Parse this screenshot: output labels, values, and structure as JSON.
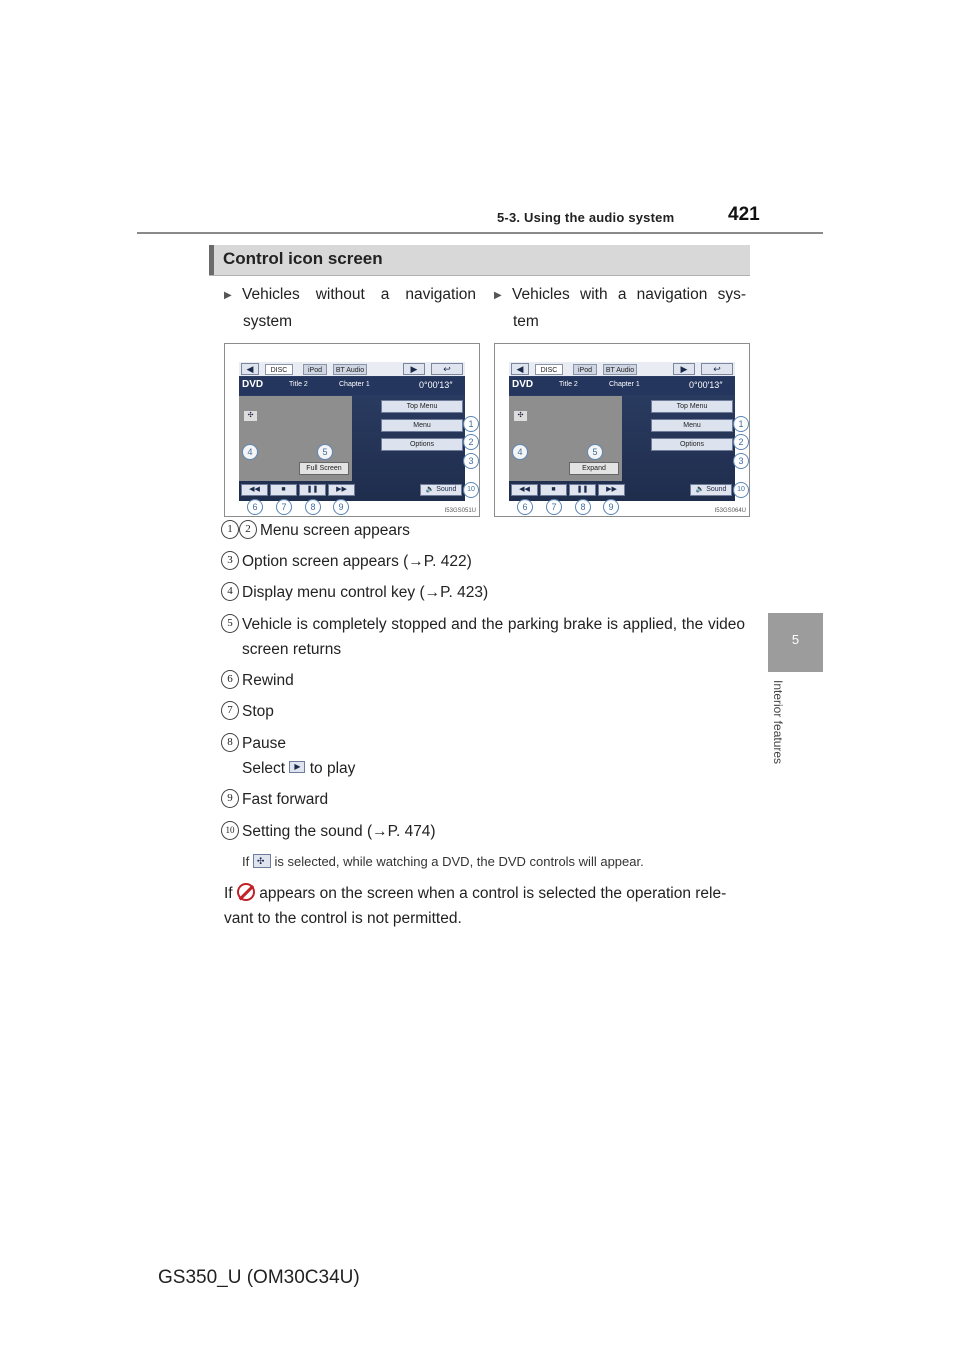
{
  "header": {
    "section": "5-3. Using the audio system",
    "page_number": "421"
  },
  "side_tab": {
    "chapter_number": "5",
    "chapter_title": "Interior features"
  },
  "section_title": "Control icon screen",
  "vehicle_labels": {
    "without_nav": "Vehicles without a navigation system",
    "with_nav": "Vehicles with a navigation system"
  },
  "screens": [
    {
      "tabs": [
        "DISC",
        "iPod",
        "BT Audio"
      ],
      "source": "DVD",
      "title_label": "Title 2",
      "chapter_label": "Chapter 1",
      "time": "0°00′13″",
      "menu_buttons": [
        "Top Menu",
        "Menu",
        "Options"
      ],
      "expand_button": "Full Screen",
      "sound_button": "Sound",
      "image_code": "I53GS051U",
      "callouts": [
        "1",
        "2",
        "3",
        "4",
        "5",
        "6",
        "7",
        "8",
        "9",
        "10"
      ]
    },
    {
      "tabs": [
        "DISC",
        "iPod",
        "BT Audio"
      ],
      "source": "DVD",
      "title_label": "Title 2",
      "chapter_label": "Chapter 1",
      "time": "0°00′13″",
      "menu_buttons": [
        "Top Menu",
        "Menu",
        "Options"
      ],
      "expand_button": "Expand",
      "sound_button": "Sound",
      "image_code": "I53GS064U",
      "callouts": [
        "1",
        "2",
        "3",
        "4",
        "5",
        "6",
        "7",
        "8",
        "9",
        "10"
      ]
    }
  ],
  "items": [
    {
      "nums": [
        "1",
        "2"
      ],
      "text": "Menu screen appears"
    },
    {
      "nums": [
        "3"
      ],
      "text": "Option screen appears (→P. 422)"
    },
    {
      "nums": [
        "4"
      ],
      "text": "Display menu control key (→P. 423)"
    },
    {
      "nums": [
        "5"
      ],
      "text": "Vehicle is completely stopped and the parking brake is applied, the video screen returns"
    },
    {
      "nums": [
        "6"
      ],
      "text": "Rewind"
    },
    {
      "nums": [
        "7"
      ],
      "text": "Stop"
    },
    {
      "nums": [
        "8"
      ],
      "text": "Pause",
      "sub_before": "Select",
      "sub_after": "to play"
    },
    {
      "nums": [
        "9"
      ],
      "text": "Fast forward"
    },
    {
      "nums": [
        "10"
      ],
      "text": "Setting the sound (→P. 474)"
    }
  ],
  "note": {
    "before": "If",
    "after": "is selected, while watching a DVD, the DVD controls will appear."
  },
  "warning": {
    "before": "If",
    "after_line1": "appears on the screen when a control is selected the operation rele-",
    "line2": "vant to the control is not permitted."
  },
  "footer": "GS350_U (OM30C34U)"
}
